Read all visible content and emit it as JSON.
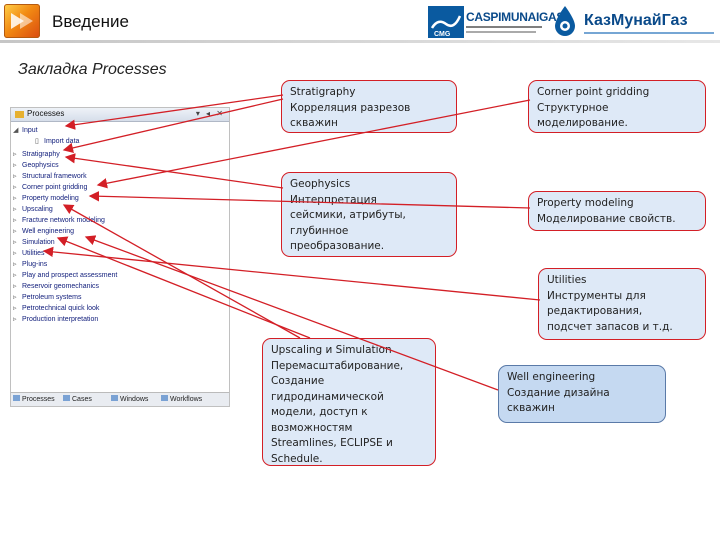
{
  "header": {
    "title": "Введение",
    "partner_logo_1": "CASPIMUNAIGAS",
    "partner_logo_1_mark": "CMG",
    "partner_logo_2": "КазМунайГаз"
  },
  "subtitle": "Закладка Processes",
  "window": {
    "title": "Processes",
    "tree": [
      {
        "label": "Input",
        "expanded": true
      },
      {
        "label": "Import data",
        "child": true
      },
      {
        "label": "Stratigraphy"
      },
      {
        "label": "Geophysics"
      },
      {
        "label": "Structural framework"
      },
      {
        "label": "Corner point gridding"
      },
      {
        "label": "Property modeling"
      },
      {
        "label": "Upscaling"
      },
      {
        "label": "Fracture network modeling"
      },
      {
        "label": "Well engineering"
      },
      {
        "label": "Simulation"
      },
      {
        "label": "Utilities"
      },
      {
        "label": "Plug-ins"
      },
      {
        "label": "Play and prospect assessment"
      },
      {
        "label": "Reservoir geomechanics"
      },
      {
        "label": "Petroleum systems"
      },
      {
        "label": "Petrotechnical quick look"
      },
      {
        "label": "Production interpretation"
      }
    ],
    "tabs": [
      "Processes",
      "Cases",
      "Windows",
      "Workflows"
    ]
  },
  "callouts": {
    "stratigraphy": [
      "Stratigraphy",
      "Корреляция разрезов",
      "скважин"
    ],
    "geophysics": [
      "Geophysics",
      "Интерпретация",
      "сейсмики, атрибуты,",
      "глубинное",
      "преобразование."
    ],
    "upscaling": [
      "Upscaling и Simulation",
      "Перемасштабирование,",
      "Создание",
      "гидродинамической",
      "модели, доступ к",
      "возможностям",
      "Streamlines, ECLIPSE и",
      "Schedule."
    ],
    "corner": [
      "Corner point gridding",
      "Структурное",
      "моделирование."
    ],
    "property": [
      "Property modeling",
      "Моделирование свойств."
    ],
    "utilities": [
      "Utilities",
      "Инструменты для",
      "редактирования,",
      "подсчет запасов и т.д."
    ],
    "well": [
      "Well engineering",
      "Создание дизайна",
      "скважин"
    ]
  },
  "colors": {
    "accent": "#d31f26",
    "box_fill": "#dee9f7",
    "brand_blue": "#0a4a8a"
  }
}
